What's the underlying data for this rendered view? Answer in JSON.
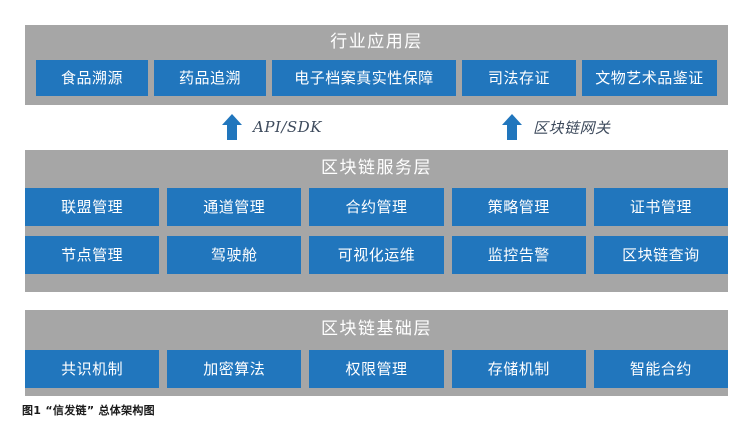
{
  "figure": {
    "caption": "图1 “信发链” 总体架构图"
  },
  "colors": {
    "panel_gray": "#a6a6a6",
    "box_blue": "#2176bd",
    "box_text": "#ffffff",
    "title_text": "#ffffff",
    "connector_label": "#3d4a5c",
    "background": "#ffffff"
  },
  "layers": {
    "application": {
      "title": "行业应用层",
      "boxes": [
        "食品溯源",
        "药品追溯",
        "电子档案真实性保障",
        "司法存证",
        "文物艺术品鉴证"
      ]
    },
    "service": {
      "title": "区块链服务层",
      "rows": [
        [
          "联盟管理",
          "通道管理",
          "合约管理",
          "策略管理",
          "证书管理"
        ],
        [
          "节点管理",
          "驾驶舱",
          "可视化运维",
          "监控告警",
          "区块链查询"
        ]
      ]
    },
    "base": {
      "title": "区块链基础层",
      "boxes": [
        "共识机制",
        "加密算法",
        "权限管理",
        "存储机制",
        "智能合约"
      ]
    }
  },
  "connectors": [
    {
      "icon": "up-arrow-icon",
      "label": "API/SDK"
    },
    {
      "icon": "up-arrow-icon",
      "label": "区块链网关"
    }
  ]
}
